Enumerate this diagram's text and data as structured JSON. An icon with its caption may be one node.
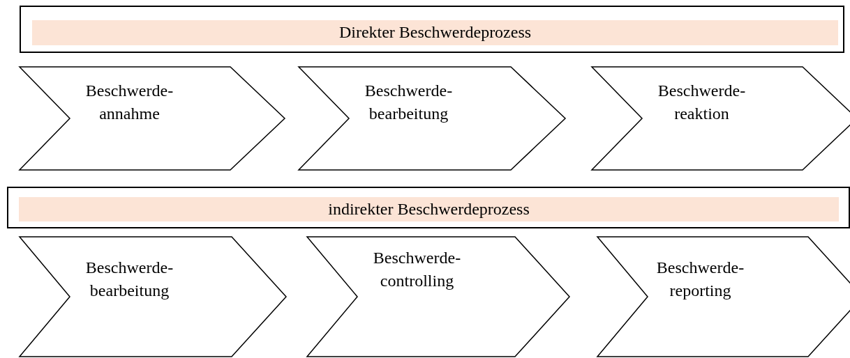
{
  "diagram": {
    "nodes": [
      {
        "text": [
          "Direkter Beschwerdeprozess"
        ]
      },
      {
        "text": [
          "Beschwerde- annahme"
        ]
      },
      {
        "text": [
          "Beschwerde- bearbeitung"
        ]
      },
      {
        "text": [
          "Beschwerde- reaktion"
        ]
      },
      {
        "text": [
          "indirekter Beschwerdeprozess"
        ]
      },
      {
        "text": [
          "Beschwerde- bearbeitung"
        ]
      },
      {
        "text": [
          "Beschwerde- controlling"
        ]
      },
      {
        "text": [
          "Beschwerde- reporting"
        ]
      }
    ]
  }
}
